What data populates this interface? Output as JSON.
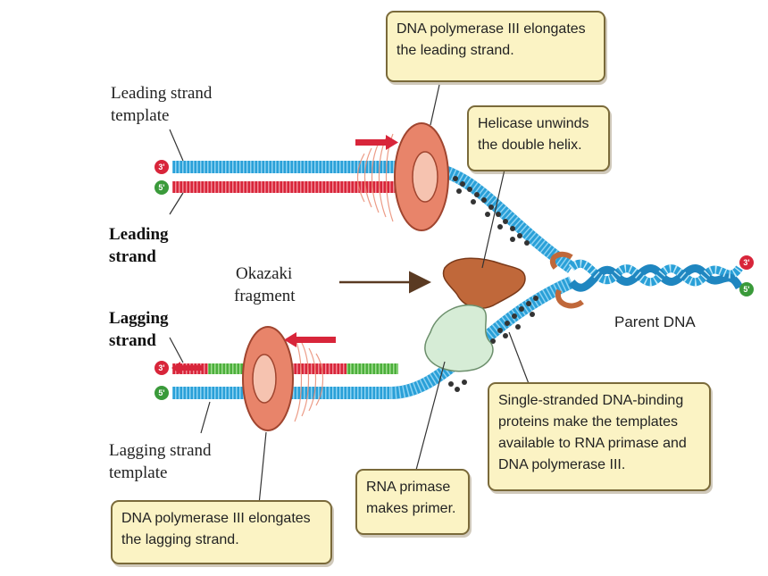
{
  "labels": {
    "leading_template": [
      "Leading strand",
      "template"
    ],
    "leading_strand": [
      "Leading",
      "strand"
    ],
    "okazaki": [
      "Okazaki",
      "fragment"
    ],
    "lagging_strand": [
      "Lagging",
      "strand"
    ],
    "lagging_template": [
      "Lagging strand",
      "template"
    ],
    "parent_dna": "Parent DNA"
  },
  "callouts": {
    "pol3_leading": [
      "DNA polymerase III elongates",
      "the leading strand."
    ],
    "helicase": [
      "Helicase unwinds",
      "the double helix."
    ],
    "ssb": [
      "Single-stranded DNA-binding",
      "proteins make the templates",
      "available to RNA primase and",
      "DNA polymerase III."
    ],
    "primase": [
      "RNA primase",
      "makes primer."
    ],
    "pol3_lagging": [
      "DNA polymerase III elongates",
      "the lagging strand."
    ]
  },
  "ends": {
    "three_prime": "3'",
    "five_prime": "5'"
  },
  "colors": {
    "template_strand": "#2aa0d8",
    "new_leading": "#d8253a",
    "okazaki_fragment": "#4caf3c",
    "polymerase": "#e8846a",
    "helicase": "#c0683a",
    "primase": "#d6ecd6",
    "ssb_protein": "#333333",
    "callout_fill": "#fbf3c4"
  }
}
